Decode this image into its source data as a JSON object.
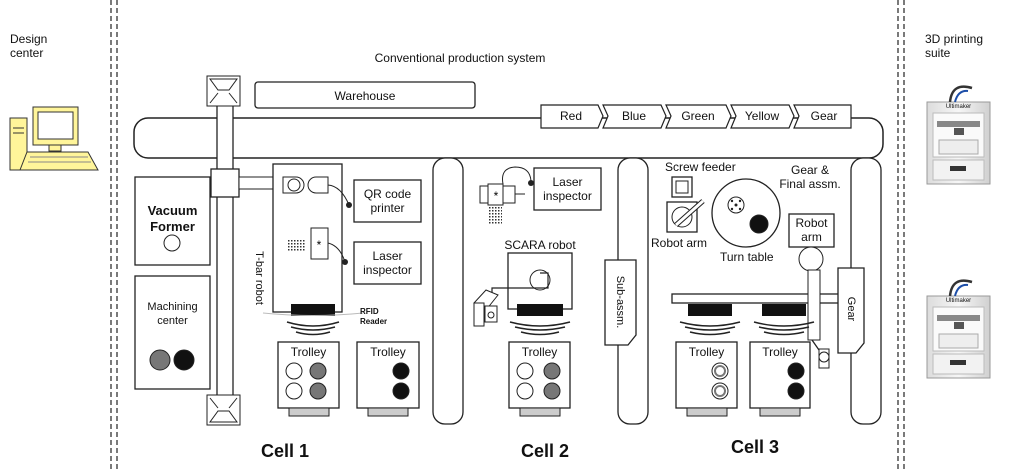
{
  "design_center": "Design\ncenter",
  "printing_suite": "3D printing\nsuite",
  "system_title": "Conventional production system",
  "warehouse": "Warehouse",
  "color_stations": [
    "Red",
    "Blue",
    "Green",
    "Yellow",
    "Gear"
  ],
  "cell1": {
    "title": "Cell 1",
    "vacuum_former": "Vacuum\nFormer",
    "machining_center": "Machining\ncenter",
    "t_bar_robot": "T-bar robot",
    "qr_printer": "QR code\nprinter",
    "laser_inspector": "Laser\ninspector",
    "rfid_reader": "RFID\nReader",
    "trolley_1": "Trolley",
    "trolley_2": "Trolley"
  },
  "cell2": {
    "title": "Cell 2",
    "laser_inspector": "Laser\ninspector",
    "scara_robot": "SCARA robot",
    "sub_assm": "Sub-assm.",
    "trolley": "Trolley"
  },
  "cell3": {
    "title": "Cell 3",
    "screw_feeder": "Screw feeder",
    "robot_arm_left": "Robot arm",
    "turn_table": "Turn table",
    "gear_final": "Gear &\nFinal assm.",
    "robot_arm_right": "Robot\narm",
    "gear": "Gear",
    "trolley_1": "Trolley",
    "trolley_2": "Trolley"
  },
  "printer_brand": "Ultimaker"
}
